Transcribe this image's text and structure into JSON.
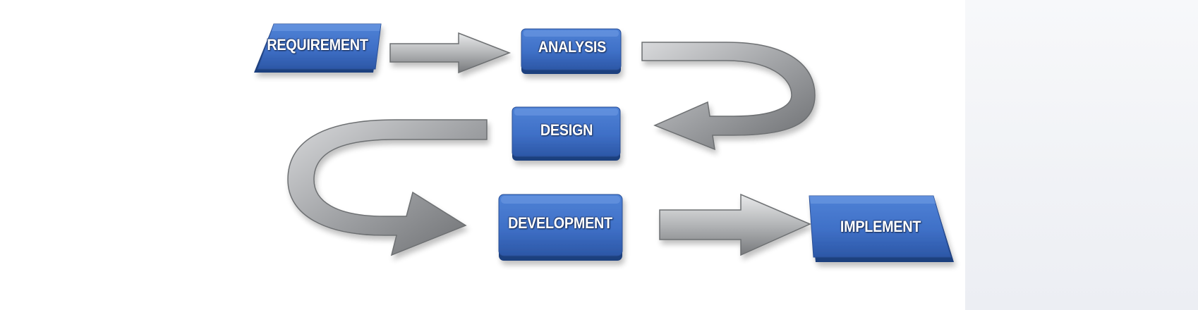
{
  "diagram": {
    "type": "process-flow",
    "colors": {
      "box_fill": "#3f70c7",
      "box_edge": "#1f3f7e",
      "arrow_fill": "#a7a9ab",
      "arrow_edge": "#6d6f72",
      "label_text": "#ffffff"
    },
    "stages": [
      {
        "id": "requirement",
        "label": "REQUIREMENT"
      },
      {
        "id": "analysis",
        "label": "ANALYSIS"
      },
      {
        "id": "design",
        "label": "DESIGN"
      },
      {
        "id": "development",
        "label": "DEVELOPMENT"
      },
      {
        "id": "implement",
        "label": "IMPLEMENT"
      }
    ],
    "connections": [
      {
        "from": "requirement",
        "to": "analysis",
        "shape": "straight-arrow"
      },
      {
        "from": "analysis",
        "to": "design",
        "shape": "u-turn-arrow"
      },
      {
        "from": "design",
        "to": "development",
        "shape": "u-turn-arrow"
      },
      {
        "from": "development",
        "to": "implement",
        "shape": "straight-arrow"
      }
    ]
  }
}
